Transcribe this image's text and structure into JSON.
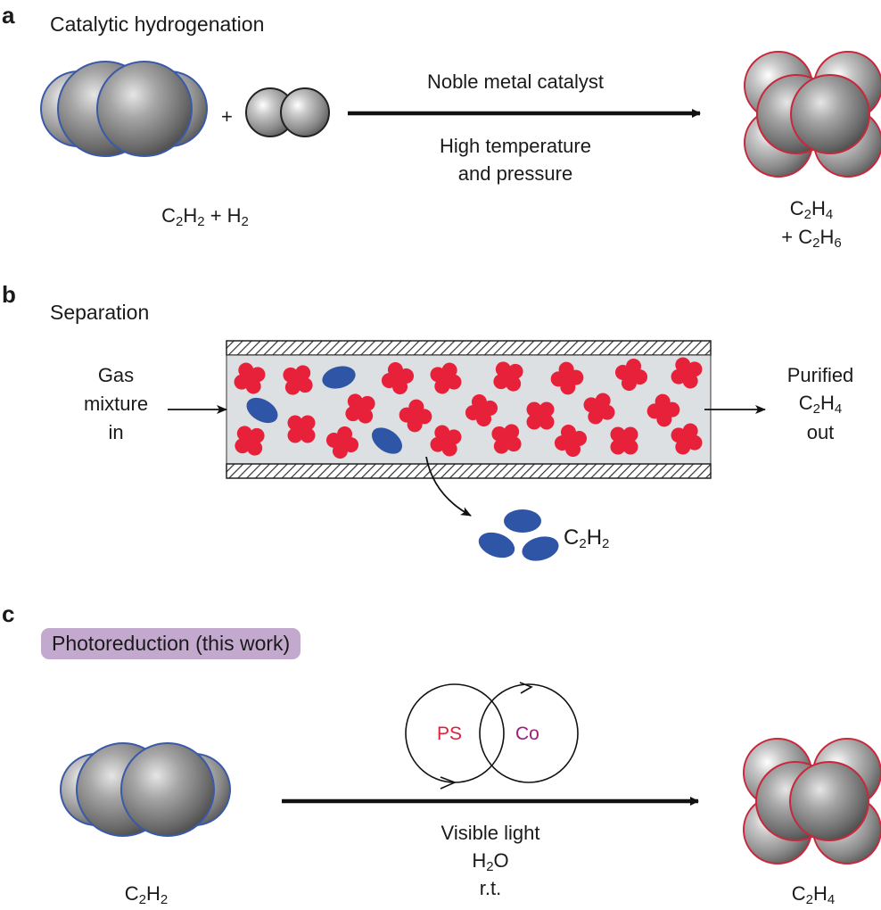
{
  "panel_a": {
    "letter": "a",
    "title": "Catalytic hydrogenation",
    "plus": "+",
    "reagent_formula": [
      "C",
      "2",
      "H",
      "2",
      " + H",
      "2"
    ],
    "arrow_label_top": "Noble metal catalyst",
    "arrow_label_bottom_1": "High temperature",
    "arrow_label_bottom_2": "and pressure",
    "product_line1": [
      "C",
      "2",
      "H",
      "4"
    ],
    "product_line2": [
      "+ C",
      "2",
      "H",
      "6"
    ]
  },
  "panel_b": {
    "letter": "b",
    "title": "Separation",
    "inlet_1": "Gas",
    "inlet_2": "mixture",
    "inlet_3": "in",
    "outlet_1": "Purified",
    "outlet_2": [
      "C",
      "2",
      "H",
      "4"
    ],
    "outlet_3": "out",
    "removed_formula": [
      "C",
      "2",
      "H",
      "2"
    ]
  },
  "panel_c": {
    "letter": "c",
    "title": "Photoreduction (this work)",
    "cycle_left": "PS",
    "cycle_right": "Co",
    "cond_1": "Visible light",
    "cond_2": [
      "H",
      "2",
      "O"
    ],
    "cond_3": "r.t.",
    "reactant_formula": [
      "C",
      "2",
      "H",
      "2"
    ],
    "product_formula": [
      "C",
      "2",
      "H",
      "4"
    ]
  },
  "colors": {
    "ethylene_red": "#e8213a",
    "acetylene_blue": "#2f55a6",
    "tube_fill": "#dde0e3",
    "pill_purple": "#c4a9cf",
    "ps_red": "#e0203a",
    "co_purple": "#9a1f7a",
    "acetylene_outline": "#3a5aa8",
    "ethylene_outline": "#c8283c"
  }
}
